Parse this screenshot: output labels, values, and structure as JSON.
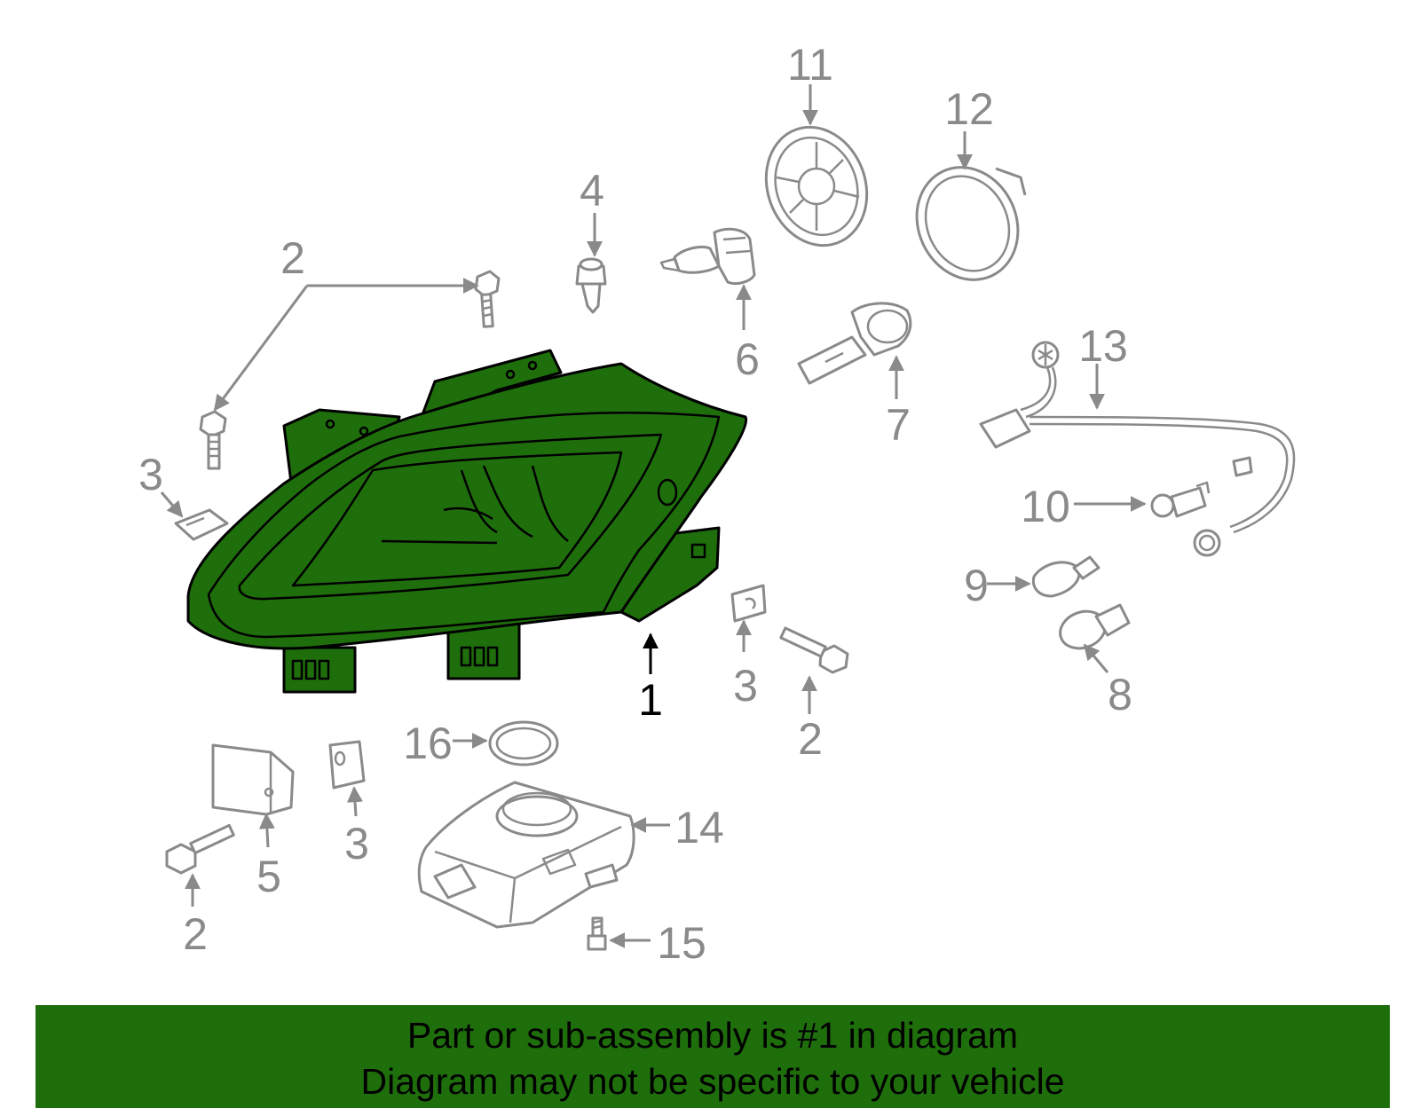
{
  "diagram": {
    "callouts": {
      "c1": "1",
      "c2a": "2",
      "c2b": "2",
      "c2c": "2",
      "c3a": "3",
      "c3b": "3",
      "c3c": "3",
      "c4": "4",
      "c5": "5",
      "c6": "6",
      "c7": "7",
      "c8": "8",
      "c9": "9",
      "c10": "10",
      "c11": "11",
      "c12": "12",
      "c13": "13",
      "c14": "14",
      "c15": "15",
      "c16": "16"
    },
    "highlight_color": "#1f6e0c",
    "line_color": "#8a8a8a"
  },
  "banner": {
    "line1": "Part or sub-assembly is #1 in diagram",
    "line2": "Diagram may not be specific to your vehicle",
    "background": "#1f6e0c"
  }
}
